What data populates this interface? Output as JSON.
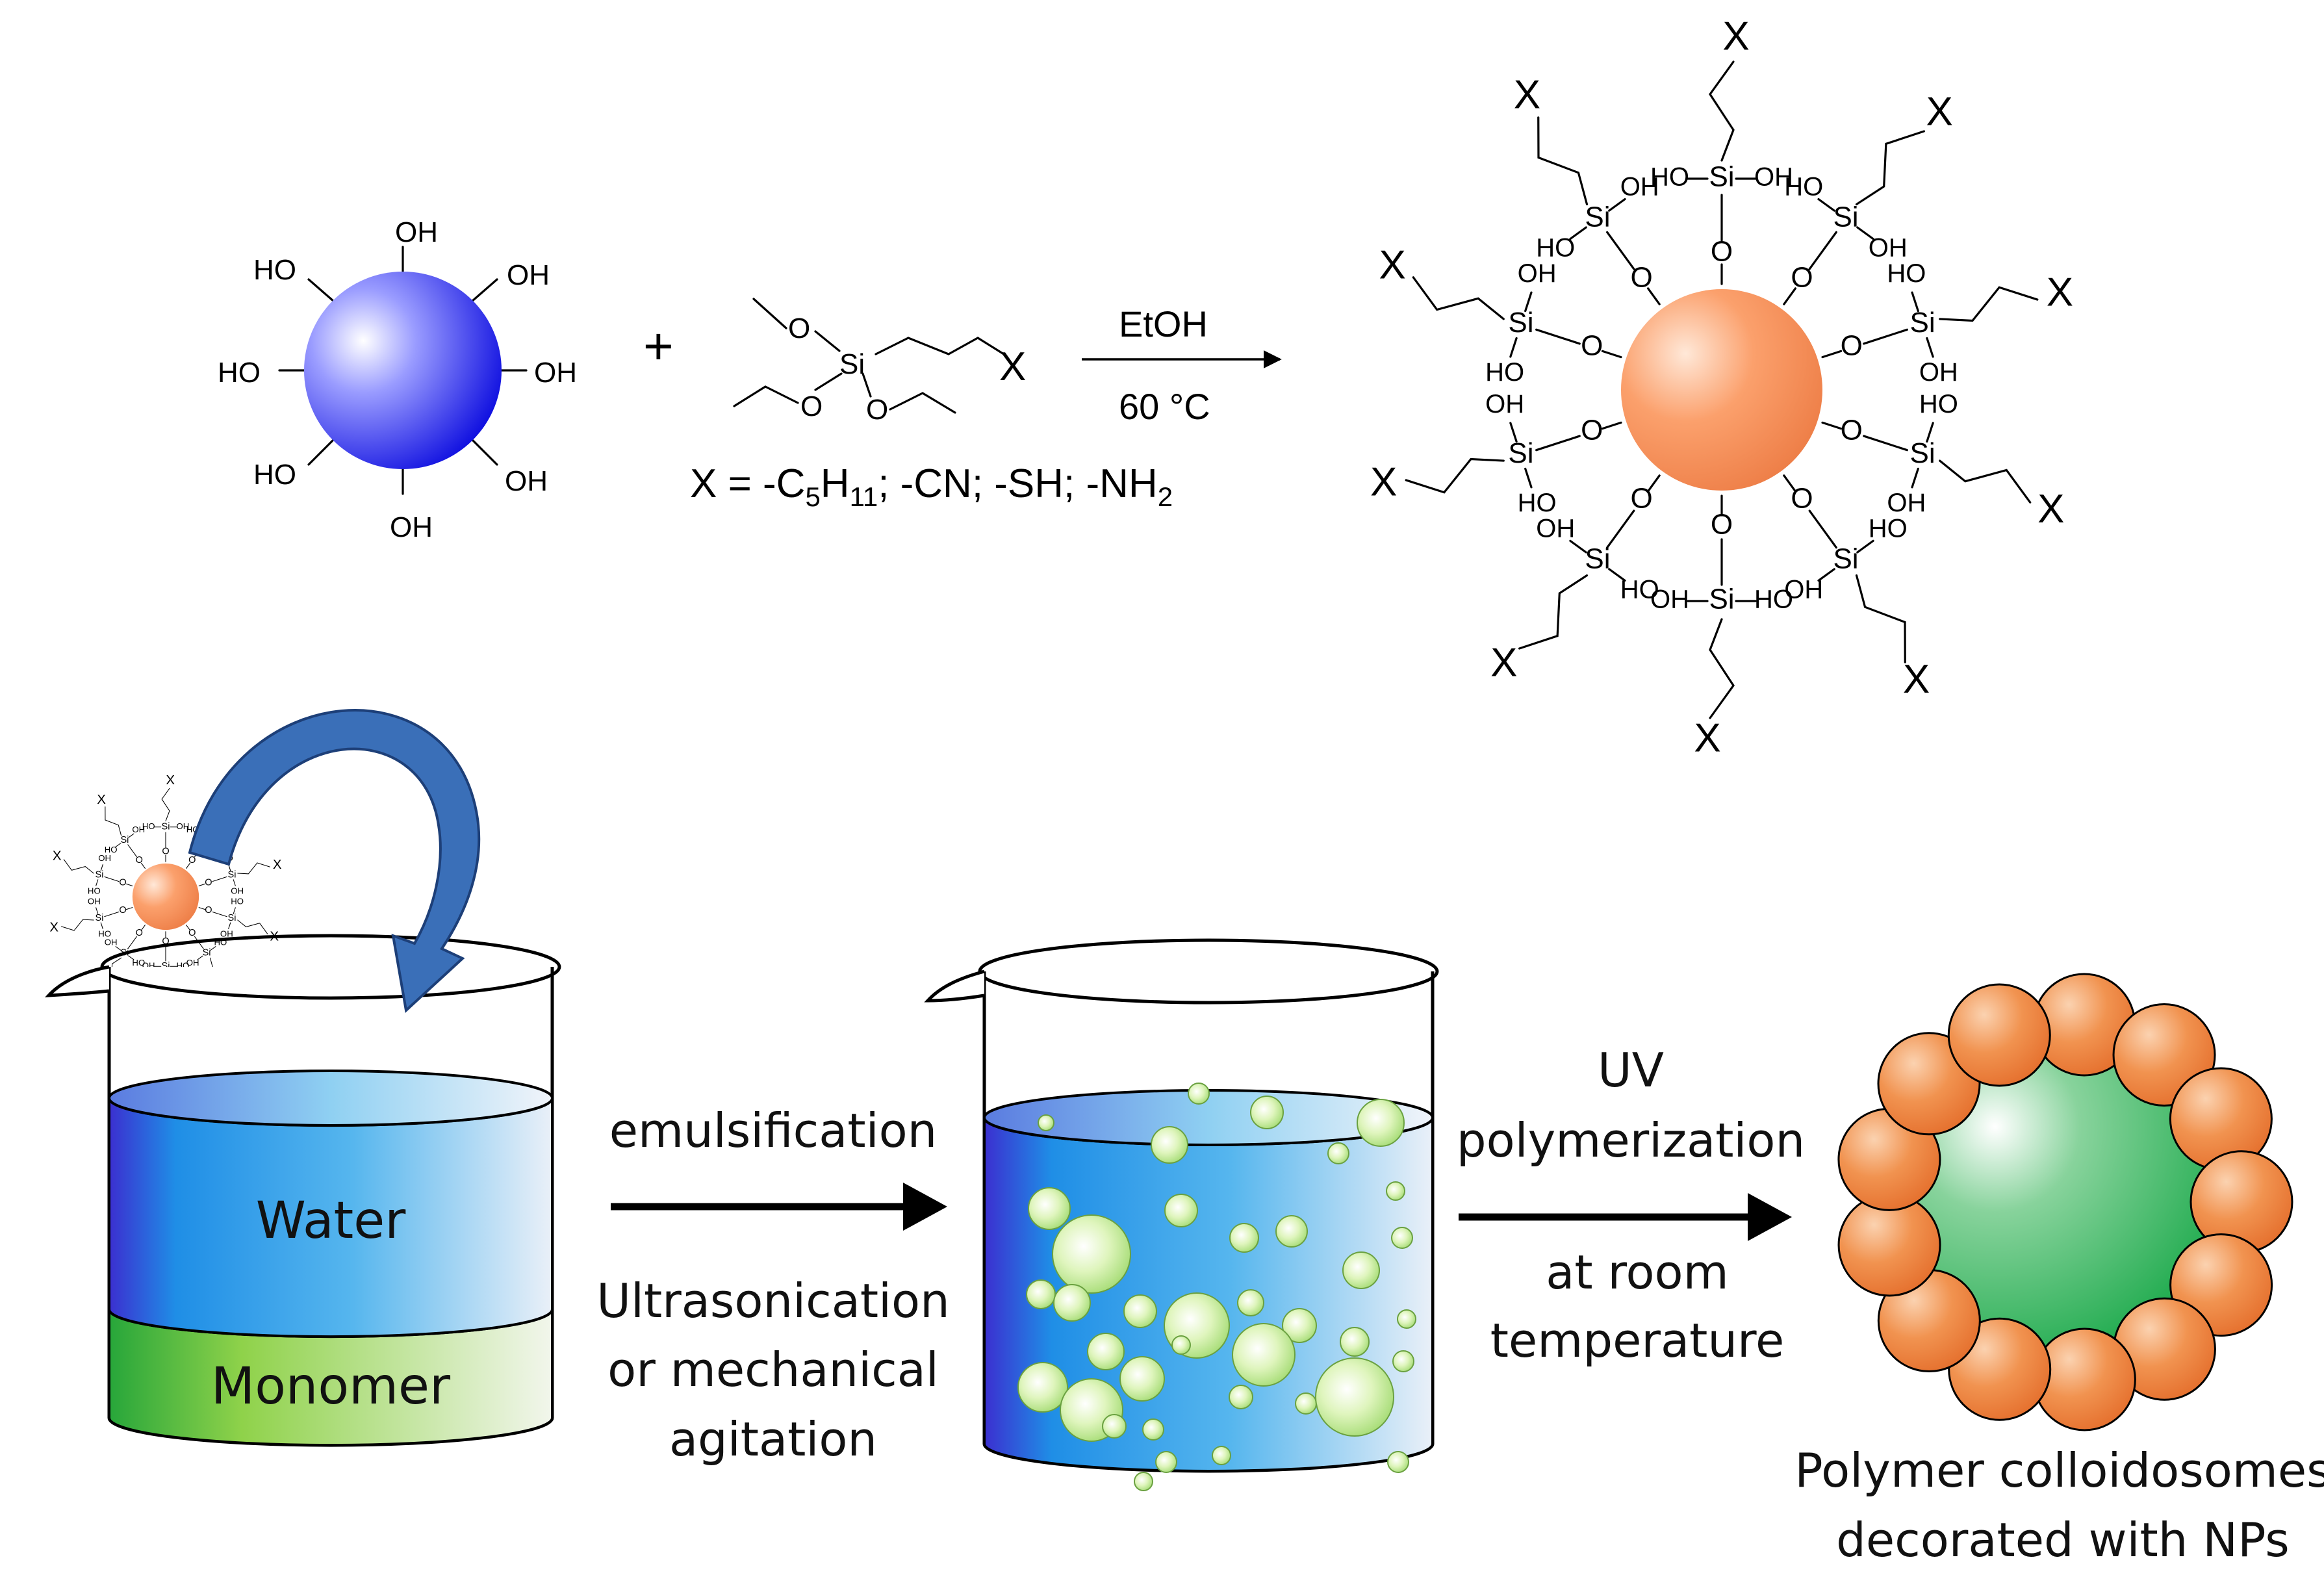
{
  "reaction": {
    "oh_label": "OH",
    "ho_label": "HO",
    "plus": "+",
    "silane": {
      "si": "Si",
      "o": "O",
      "x": "X"
    },
    "substituents": {
      "prefix": "X = -C",
      "sub1": "5",
      "mid1": "H",
      "sub2": "11",
      "rest": "; -CN; -SH; -NH",
      "sub3": "2"
    },
    "conditions": {
      "solvent": "EtOH",
      "temperature": "60 °C"
    }
  },
  "functionalized_np": {
    "si": "Si",
    "o": "O",
    "oh": "OH",
    "ho": "HO",
    "x": "X"
  },
  "process": {
    "beaker1": {
      "water": "Water",
      "monomer": "Monomer"
    },
    "step1": {
      "top": "emulsification",
      "bottom_lines": [
        "Ultrasonication",
        "or mechanical",
        "agitation"
      ]
    },
    "step2": {
      "top_lines": [
        "UV",
        "polymerization"
      ],
      "bottom_lines": [
        "at room",
        "temperature"
      ]
    },
    "product_lines": [
      "Polymer colloidosomes",
      "decorated with NPs"
    ]
  },
  "colors": {
    "silica_np": "#1a1aff",
    "functional_np": "#f08050",
    "water": "#3aa0e8",
    "monomer": "#5cc24a",
    "droplet": "#b8e68a",
    "colloidosome_core": "#1aa84a",
    "arrow": "#3a6fb8"
  }
}
